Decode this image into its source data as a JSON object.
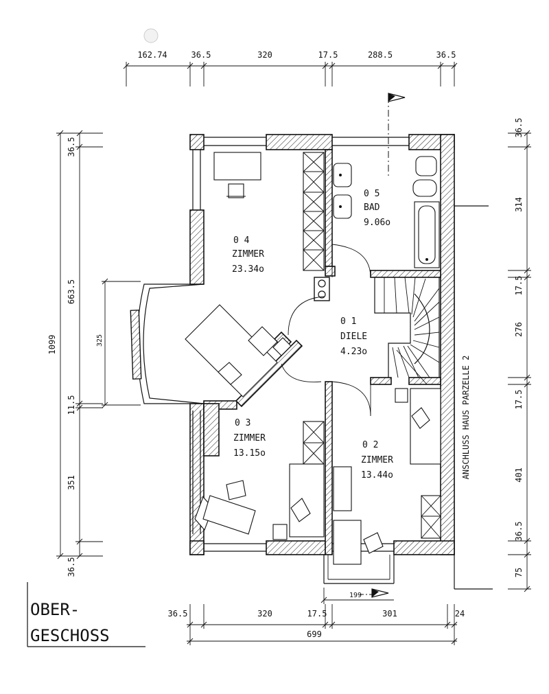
{
  "dimensions": {
    "top": [
      "162.74",
      "36.5",
      "320",
      "17.5",
      "288.5",
      "36.5"
    ],
    "bottom_row1": [
      "36.5",
      "320",
      "17.5",
      "301",
      "24"
    ],
    "bottom_total": "699",
    "left_outer": "1099",
    "left": [
      "36.5",
      "663.5",
      "11.5",
      "351",
      "36.5"
    ],
    "bay": "325",
    "right": [
      "36.5",
      "314",
      "17.5",
      "276",
      "17.5",
      "401",
      "36.5",
      "75"
    ],
    "balcony": "199"
  },
  "rooms": [
    {
      "number": "0 4",
      "name": "ZIMMER",
      "area": "23.34o"
    },
    {
      "number": "0 5",
      "name": "BAD",
      "area": "9.06o"
    },
    {
      "number": "0 1",
      "name": "DIELE",
      "area": "4.23o"
    },
    {
      "number": "0 3",
      "name": "ZIMMER",
      "area": "13.15o"
    },
    {
      "number": "0 2",
      "name": "ZIMMER",
      "area": "13.44o"
    }
  ],
  "side_note": "ANSCHLUSS HAUS PARZELLE 2",
  "title": {
    "line1": "OBER-",
    "line2": "GESCHOSS"
  }
}
